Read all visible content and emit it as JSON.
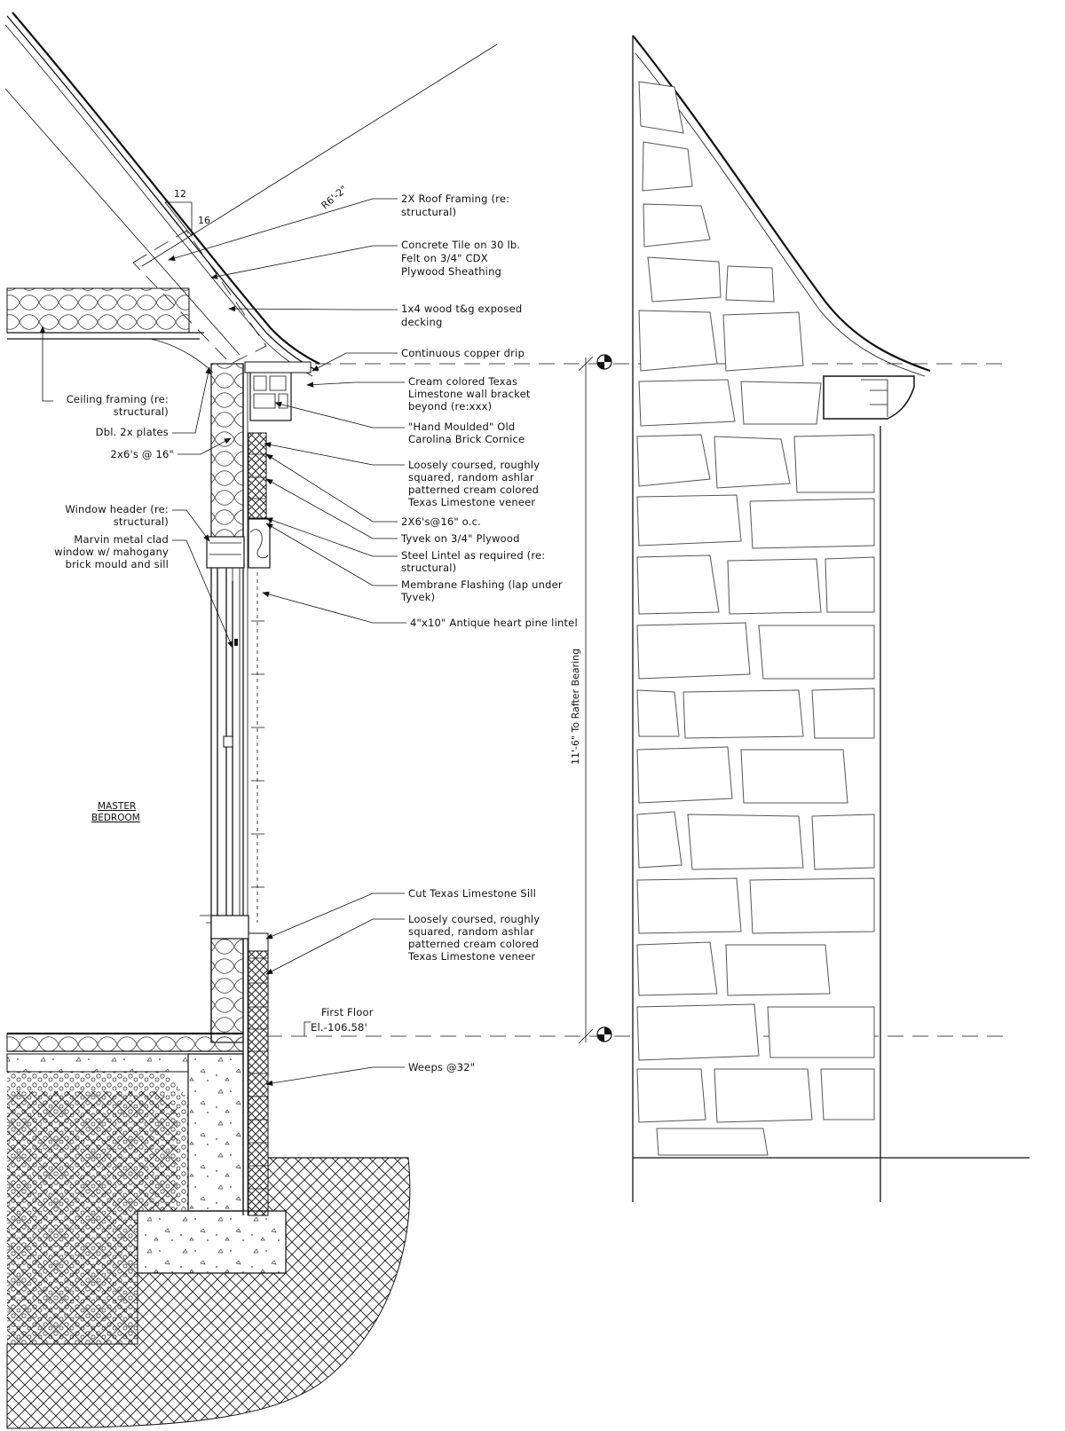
{
  "room": {
    "line1": "MASTER",
    "line2": "BEDROOM"
  },
  "roof": {
    "slope_rise": "12",
    "slope_run": "16",
    "radius": "R6'-2\""
  },
  "callouts_right": [
    {
      "id": "roof-framing",
      "lines": [
        "2X Roof Framing (re:",
        "structural)"
      ]
    },
    {
      "id": "concrete-tile",
      "lines": [
        "Concrete Tile on 30 lb.",
        "Felt on 3/4\" CDX",
        "Plywood Sheathing"
      ]
    },
    {
      "id": "wood-decking",
      "lines": [
        "1x4 wood t&g exposed",
        "decking"
      ]
    },
    {
      "id": "copper-drip",
      "lines": [
        "Continuous copper drip"
      ]
    },
    {
      "id": "wall-bracket",
      "lines": [
        "Cream colored Texas",
        "Limestone wall bracket",
        "beyond (re:xxx)"
      ]
    },
    {
      "id": "brick-cornice",
      "lines": [
        "\"Hand Moulded\" Old",
        "Carolina Brick Cornice"
      ]
    },
    {
      "id": "limestone-veneer-upper",
      "lines": [
        "Loosely coursed, roughly",
        "squared, random ashlar",
        "patterned cream colored",
        "Texas Limestone veneer"
      ]
    },
    {
      "id": "studs",
      "lines": [
        "2X6's@16\" o.c."
      ]
    },
    {
      "id": "tyvek",
      "lines": [
        "Tyvek on 3/4\" Plywood"
      ]
    },
    {
      "id": "steel-lintel",
      "lines": [
        "Steel Lintel as required (re:",
        "structural)"
      ]
    },
    {
      "id": "membrane-flashing",
      "lines": [
        "Membrane Flashing (lap under",
        "Tyvek)"
      ]
    },
    {
      "id": "pine-lintel",
      "lines": [
        "4\"x10\" Antique heart pine lintel"
      ]
    },
    {
      "id": "limestone-sill",
      "lines": [
        "Cut Texas Limestone Sill"
      ]
    },
    {
      "id": "limestone-veneer-lower",
      "lines": [
        "Loosely coursed, roughly",
        "squared, random ashlar",
        "patterned cream colored",
        "Texas Limestone veneer"
      ]
    },
    {
      "id": "weeps",
      "lines": [
        "Weeps @32\""
      ]
    }
  ],
  "callouts_left": [
    {
      "id": "ceiling-framing",
      "lines": [
        "Ceiling framing (re:",
        "structural)"
      ]
    },
    {
      "id": "dbl-plates",
      "lines": [
        "Dbl. 2x plates"
      ]
    },
    {
      "id": "wall-studs",
      "lines": [
        "2x6's @ 16\""
      ]
    },
    {
      "id": "window-header",
      "lines": [
        "Window header (re:",
        "structural)"
      ]
    },
    {
      "id": "marvin-window",
      "lines": [
        "Marvin metal clad",
        "window w/ mahogany",
        "brick mould and sill"
      ]
    }
  ],
  "first_floor": {
    "line1": "First Floor",
    "line2": "El.-106.58'"
  },
  "dimension": {
    "label": "11'-6\" To Rafter Bearing"
  },
  "colors": {
    "ink": "#111111",
    "stone_line": "#555555",
    "paper": "#ffffff"
  }
}
